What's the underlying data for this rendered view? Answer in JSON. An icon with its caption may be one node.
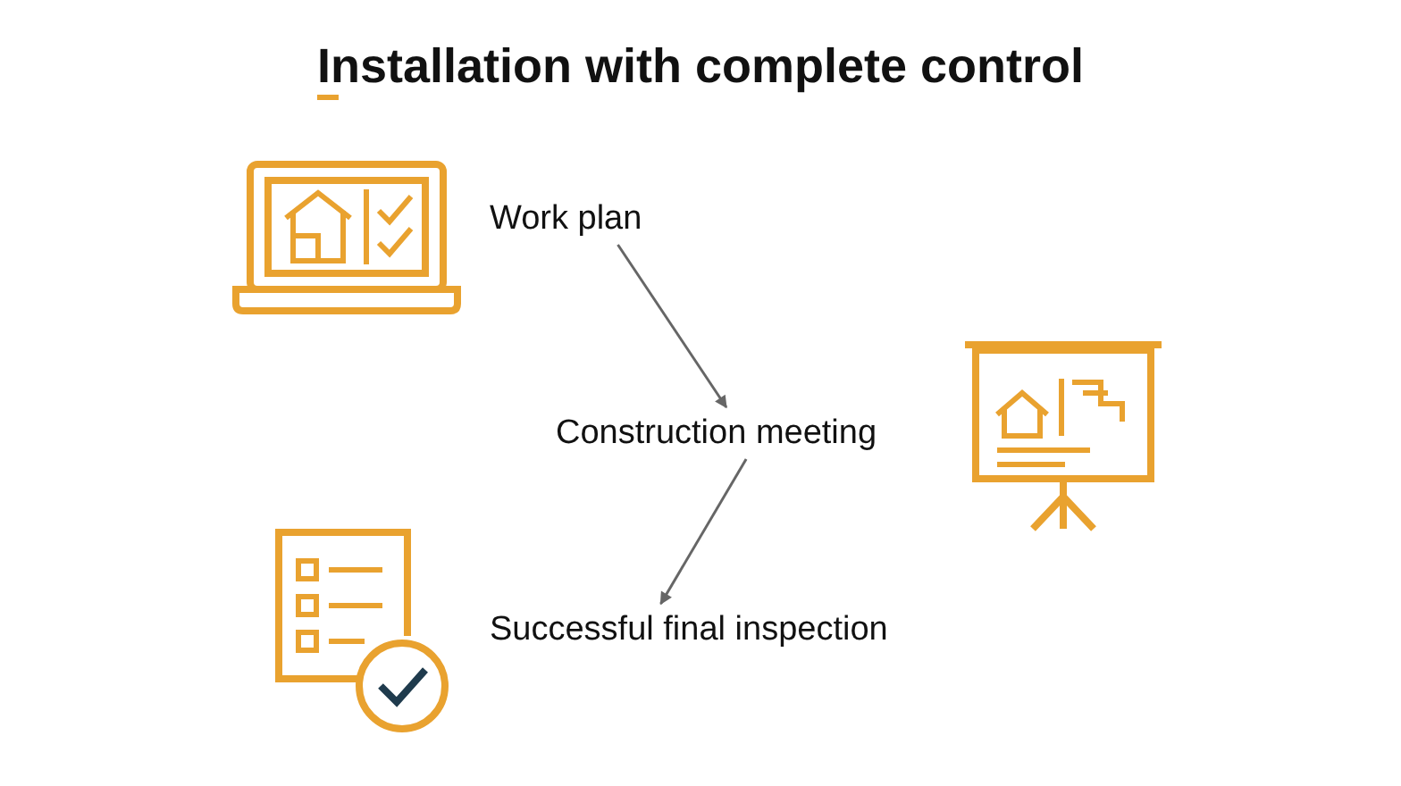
{
  "diagram": {
    "title": "Installation with complete control",
    "nodes": [
      {
        "text": [
          "Work plan"
        ]
      },
      {
        "text": [
          "Construction meeting"
        ]
      },
      {
        "text": [
          "Successful final inspection"
        ]
      }
    ],
    "edges": [
      {
        "from": 0,
        "to": 1,
        "arrow": "to",
        "color": "#666666"
      },
      {
        "from": 1,
        "to": 2,
        "arrow": "to",
        "color": "#666666"
      }
    ]
  }
}
